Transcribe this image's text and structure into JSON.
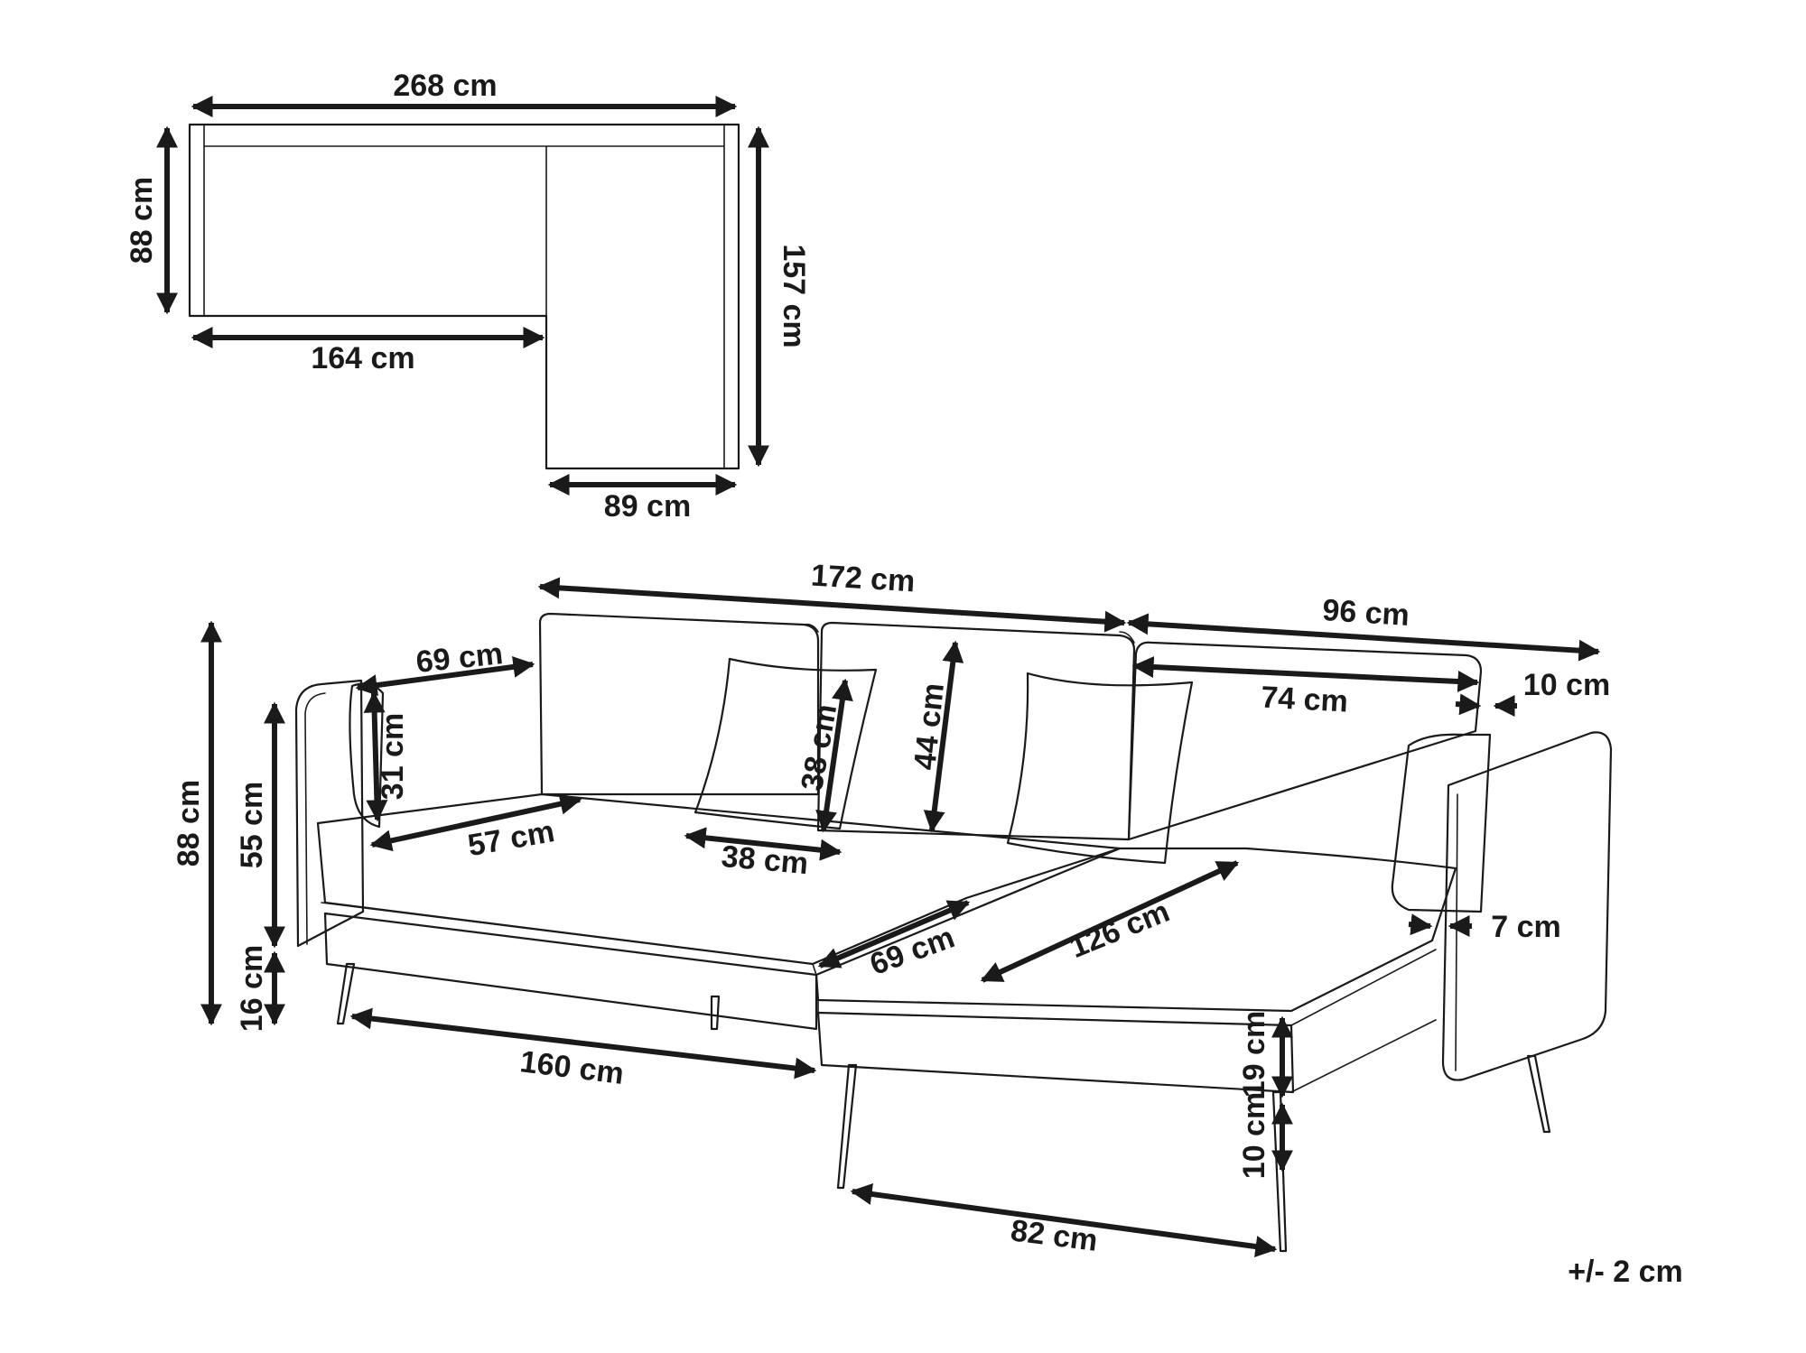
{
  "plan_view": {
    "total_width": "268 cm",
    "depth": "88 cm",
    "chaise_length": "157 cm",
    "sofa_section_width": "164 cm",
    "chaise_width": "89 cm"
  },
  "sofa_view": {
    "back_width": "172 cm",
    "chaise_back_width": "96 cm",
    "inner_back_width": "74 cm",
    "backrest_thickness": "10 cm",
    "total_height": "88 cm",
    "seat_height": "55 cm",
    "leg_height": "16 cm",
    "armrest_depth": "69 cm",
    "armrest_height": "31 cm",
    "seat_depth": "57 cm",
    "cushion_height": "38 cm",
    "cushion_width": "38 cm",
    "backrest_height": "44 cm",
    "chaise_width": "69 cm",
    "chaise_length": "126 cm",
    "armrest_width": "7 cm",
    "seat_width": "160 cm",
    "seat_cushion_height": "19 cm",
    "chaise_leg_height": "10 cm",
    "chaise_front_width": "82 cm"
  },
  "tolerance": "+/- 2 cm"
}
